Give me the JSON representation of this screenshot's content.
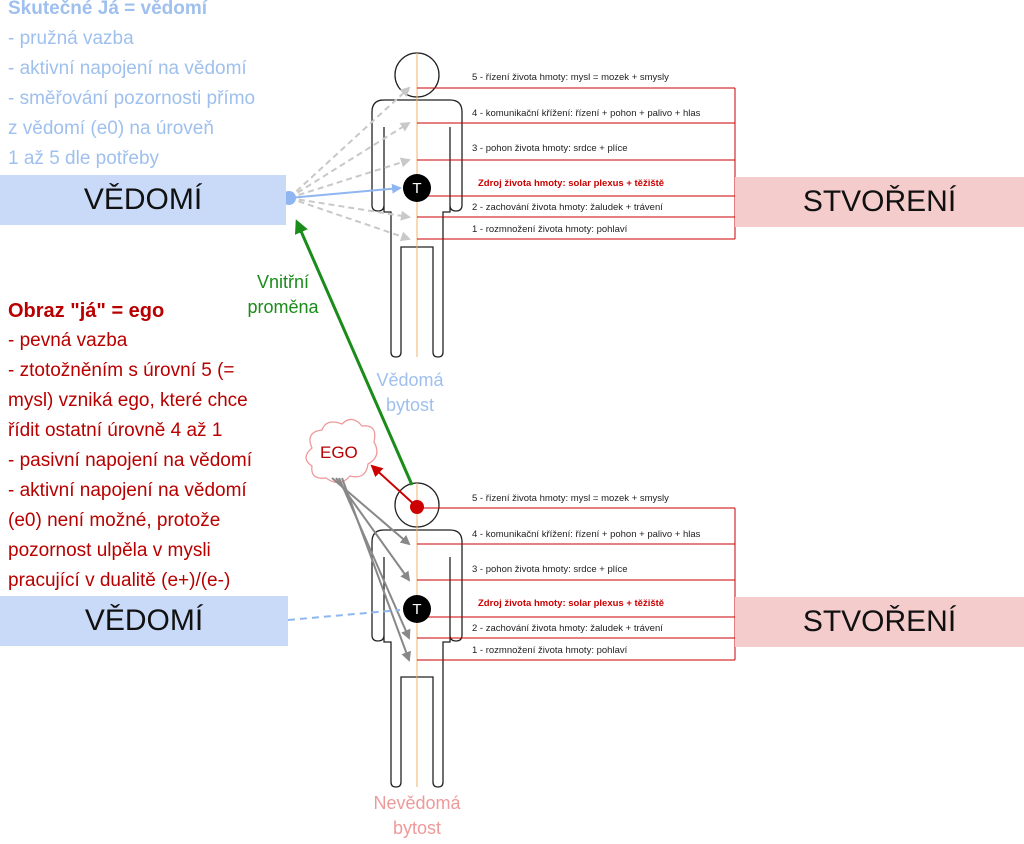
{
  "self": {
    "title": "Skutečné Já = vědomí",
    "lines": [
      "- pružná vazba",
      "- aktivní napojení na vědomí",
      "- směřování pozornosti přímo",
      "z vědomí (e0) na úroveň",
      "1 až 5 dle potřeby"
    ]
  },
  "ego": {
    "title": "Obraz \"já\" = ego",
    "lines": [
      "- pevná vazba",
      "- ztotožněním s úrovní 5 (=",
      "mysl) vzniká ego, které chce",
      "řídit ostatní úrovně 4 až 1",
      "- pasivní napojení na vědomí",
      "- aktivní napojení na vědomí",
      "(e0) není možné, protože",
      "pozornost ulpěla v mysli",
      "pracující v dualitě (e+)/(e-)"
    ],
    "cloud_label": "EGO"
  },
  "bands": {
    "left": "VĚDOMÍ",
    "right": "STVOŘENÍ"
  },
  "levels": {
    "l5": "5 - řízení života hmoty: mysl = mozek + smysly",
    "l4": "4 - komunikační křížení: řízení + pohon + palivo + hlas",
    "l3": "3 - pohon života hmoty: srdce + plíce",
    "source": "Zdroj života hmoty: solar plexus + těžiště",
    "l2": "2 - zachování života hmoty: žaludek + trávení",
    "l1": "1 - rozmnožení života hmoty: pohlaví"
  },
  "labels": {
    "transform_1": "Vnitřní",
    "transform_2": "proměna",
    "conscious_1": "Vědomá",
    "conscious_2": "bytost",
    "unconscious_1": "Nevědomá",
    "unconscious_2": "bytost",
    "center": "T"
  },
  "colors": {
    "band_left": "#c9daf8",
    "band_right": "#f4cccc",
    "self_text": "#9fc0ee",
    "ego_text": "#b80000",
    "transform_arrow": "#1a8c1a",
    "level_line": "#cc0000"
  }
}
